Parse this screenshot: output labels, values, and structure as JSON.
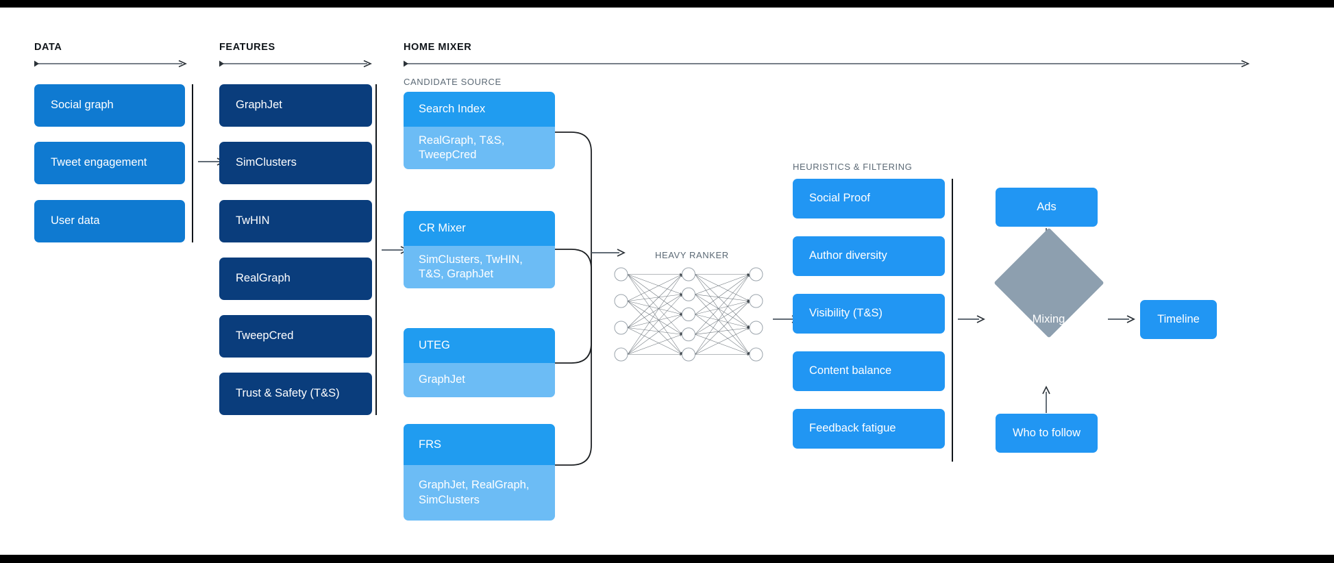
{
  "diagram": {
    "title": "Twitter Home Mixer recommendation pipeline",
    "background": "#ffffff",
    "colors": {
      "data_box": "#0f7ad1",
      "feature_box": "#0a3d7c",
      "candidate_head": "#209cf0",
      "candidate_body": "#6cbcf5",
      "heuristic_box": "#2196f3",
      "final_box": "#2196f3",
      "diamond": "#8d9faf",
      "rule": "#0f1419",
      "connector": "#4a5560",
      "section_label": "#0f1419",
      "sub_label": "#5b6975"
    }
  },
  "sections": {
    "data": {
      "label": "DATA"
    },
    "features": {
      "label": "FEATURES"
    },
    "home_mixer": {
      "label": "HOME MIXER"
    },
    "candidate_source": {
      "label": "CANDIDATE SOURCE"
    },
    "heavy_ranker": {
      "label": "HEAVY RANKER"
    },
    "heuristics": {
      "label": "HEURISTICS & FILTERING"
    }
  },
  "data_items": [
    {
      "label": "Social graph"
    },
    {
      "label": "Tweet engagement"
    },
    {
      "label": "User data"
    }
  ],
  "feature_items": [
    {
      "label": "GraphJet"
    },
    {
      "label": "SimClusters"
    },
    {
      "label": "TwHIN"
    },
    {
      "label": "RealGraph"
    },
    {
      "label": "TweepCred"
    },
    {
      "label": "Trust & Safety (T&S)"
    }
  ],
  "candidate_sources": [
    {
      "name": "Search Index",
      "features": "RealGraph, T&S,\nTweepCred"
    },
    {
      "name": "CR Mixer",
      "features": "SimClusters, TwHIN,\nT&S, GraphJet"
    },
    {
      "name": "UTEG",
      "features": "GraphJet"
    },
    {
      "name": "FRS",
      "features": "GraphJet, RealGraph,\nSimClusters"
    }
  ],
  "heuristic_items": [
    {
      "label": "Social Proof"
    },
    {
      "label": "Author diversity"
    },
    {
      "label": "Visibility (T&S)"
    },
    {
      "label": "Content balance"
    },
    {
      "label": "Feedback fatigue"
    }
  ],
  "final_stage": {
    "ads": "Ads",
    "mixing": "Mixing",
    "who_to_follow": "Who to follow",
    "timeline": "Timeline"
  },
  "network": {
    "layers": [
      4,
      5,
      4
    ],
    "node_fill": "#ffffff",
    "node_stroke": "#9aa3ab",
    "edge_stroke": "#6a7279"
  }
}
